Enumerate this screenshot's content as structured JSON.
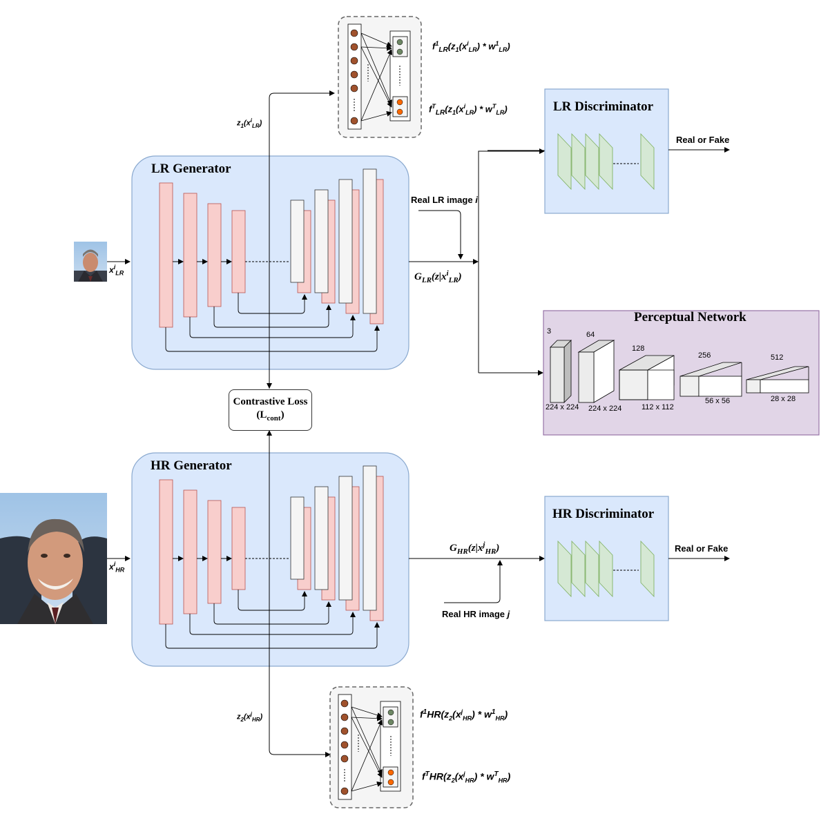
{
  "lr_generator": {
    "title": "LR Generator",
    "input_label": "x",
    "input_sup": "i",
    "input_sub": "LR",
    "output_label": "G",
    "output_sub": "LR",
    "output_args": "(z|x",
    "output_args_sup": "i",
    "output_args_sub": "LR",
    "output_close": ")"
  },
  "hr_generator": {
    "title": "HR Generator",
    "input_label": "x",
    "input_sup": "i",
    "input_sub": "HR",
    "output_label": "G",
    "output_sub": "HR",
    "output_args": "(z|x",
    "output_args_sup": "j",
    "output_args_sub": "HR",
    "output_close": ")"
  },
  "lr_discriminator": {
    "title": "LR Discriminator",
    "output": "Real or Fake"
  },
  "hr_discriminator": {
    "title": "HR Discriminator",
    "output": "Real or Fake"
  },
  "real_lr": {
    "text": "Real LR image ",
    "var": "i"
  },
  "real_hr": {
    "text": "Real HR image ",
    "var": "j"
  },
  "contrastive_loss": {
    "line1": "Contrastive Loss",
    "line2_main": "(L",
    "line2_sub": "cont",
    "line2_close": ")"
  },
  "perceptual": {
    "title": "Perceptual Network",
    "channels": [
      "3",
      "64",
      "128",
      "256",
      "512"
    ],
    "sizes": [
      "224 x 224",
      "224 x 224",
      "112 x 112",
      "56 x 56",
      "28 x 28"
    ]
  },
  "z1": {
    "main": "z",
    "sub": "1",
    "paren": "(x",
    "sup": "i",
    "sub2": "LR",
    "close": ")"
  },
  "z2": {
    "main": "z",
    "sub": "2",
    "paren": "(x",
    "sup": "j",
    "sub2": "HR",
    "close": ")"
  },
  "proj_lr": {
    "top": {
      "f": "f",
      "sup": "1",
      "sub": "LR",
      "mid": "(z",
      "msub": "1",
      "arg": "(x",
      "asup": "i",
      "asub": "LR",
      "tail": ") * w",
      "wsup": "1",
      "wsub": "LR",
      "end": ")"
    },
    "bottom": {
      "f": "f",
      "sup": "T",
      "sub": "LR",
      "mid": "(z",
      "msub": "1",
      "arg": "(x",
      "asup": "i",
      "asub": "LR",
      "tail": ") * w",
      "wsup": "T",
      "wsub": "LR",
      "end": ")"
    }
  },
  "proj_hr": {
    "top": {
      "f": "f",
      "sup": "1",
      "sub": "HR",
      "mid": "(z",
      "msub": "2",
      "arg": "(x",
      "asup": "j",
      "asub": "HR",
      "tail": ") * w",
      "wsup": "1",
      "wsub": "HR",
      "end": ")"
    },
    "bottom": {
      "f": "f",
      "sup": "T",
      "sub": "HR",
      "mid": "(z",
      "msub": "2",
      "arg": "(x",
      "asup": "j",
      "asub": "HR",
      "tail": ") * w",
      "wsup": "T",
      "wsub": "HR",
      "end": ")"
    }
  },
  "colors": {
    "generator_bg": "#dae8fc",
    "generator_border": "#8aa9cf",
    "encoder_block": "#f8cecc",
    "encoder_border": "#b85450",
    "decoder_block": "#f5f5f5",
    "disc_bg": "#dae8fc",
    "disc_layer": "#d5e8d4",
    "disc_layer_border": "#82b366",
    "perceptual_bg": "#e1d5e7",
    "perceptual_border": "#9673a6",
    "node": "#a0522d",
    "green_node": "#6d8764",
    "orange_node": "#fa6800",
    "proj_bg": "#f5f5f5"
  }
}
